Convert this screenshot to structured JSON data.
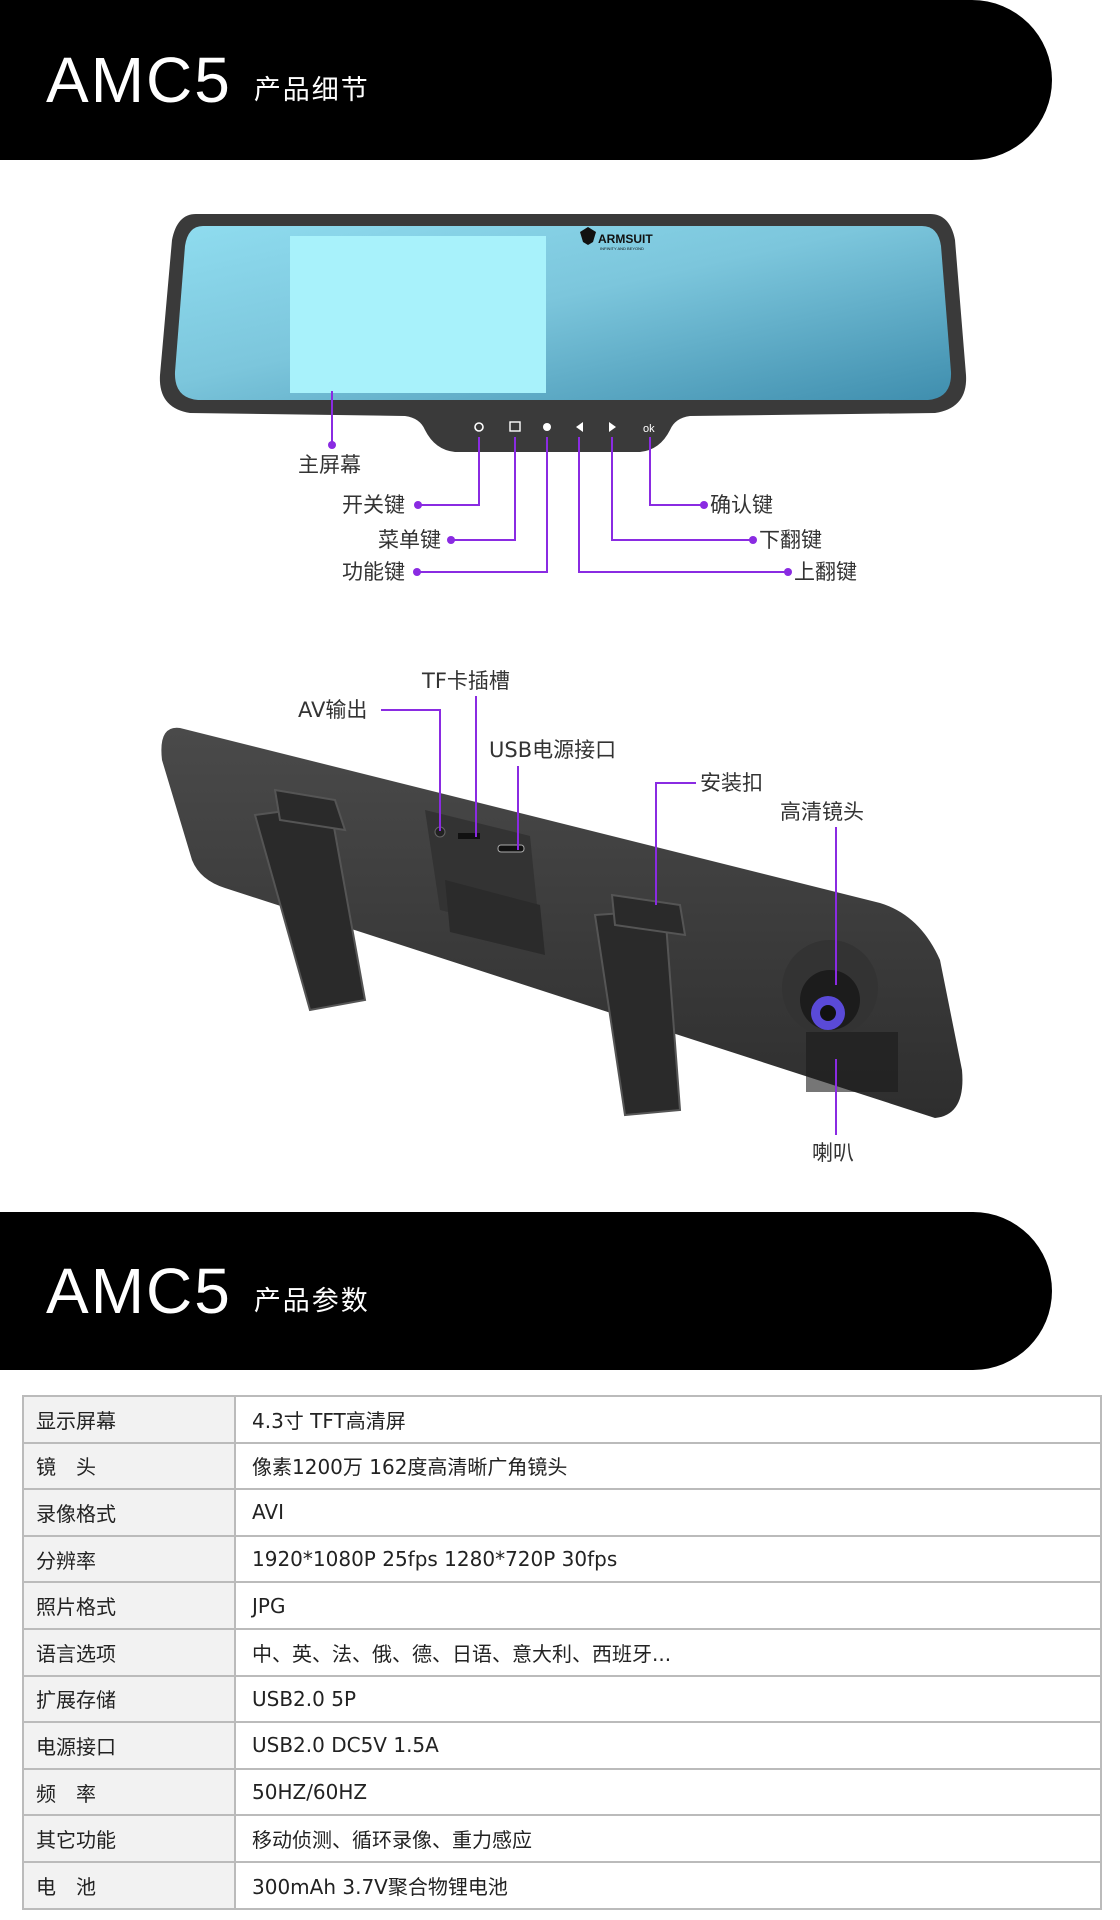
{
  "section1": {
    "model": "AMC5",
    "title": "产品细节"
  },
  "front": {
    "brand": "ARMSUIT",
    "brand_tagline": "INFINITY AND BEYOND",
    "ok_button": "ok",
    "labels": {
      "screen": "主屏幕",
      "power": "开关键",
      "menu": "菜单键",
      "function": "功能键",
      "confirm": "确认键",
      "down": "下翻键",
      "up": "上翻键"
    }
  },
  "back": {
    "labels": {
      "av": "AV输出",
      "tf": "TF卡插槽",
      "usb": "USB电源接口",
      "mount": "安装扣",
      "lens": "高清镜头",
      "speaker": "喇叭"
    }
  },
  "section2": {
    "model": "AMC5",
    "title": "产品参数"
  },
  "specs": [
    {
      "k": "显示屏幕",
      "v": "4.3寸 TFT高清屏"
    },
    {
      "k": "镜　头",
      "v": "像素1200万  162度高清晰广角镜头"
    },
    {
      "k": "录像格式",
      "v": "AVI"
    },
    {
      "k": "分辨率",
      "v": "1920*1080P  25fps 1280*720P 30fps"
    },
    {
      "k": "照片格式",
      "v": "JPG"
    },
    {
      "k": "语言选项",
      "v": "中、英、法、俄、德、日语、意大利、西班牙..."
    },
    {
      "k": "扩展存储",
      "v": "USB2.0  5P"
    },
    {
      "k": "电源接口",
      "v": "USB2.0  DC5V  1.5A"
    },
    {
      "k": "频　率",
      "v": "50HZ/60HZ"
    },
    {
      "k": "其它功能",
      "v": "移动侦测、循环录像、重力感应"
    },
    {
      "k": "电　池",
      "v": "300mAh  3.7V聚合物锂电池"
    }
  ],
  "colors": {
    "accent": "#8a2be2",
    "header_bg": "#000000"
  }
}
